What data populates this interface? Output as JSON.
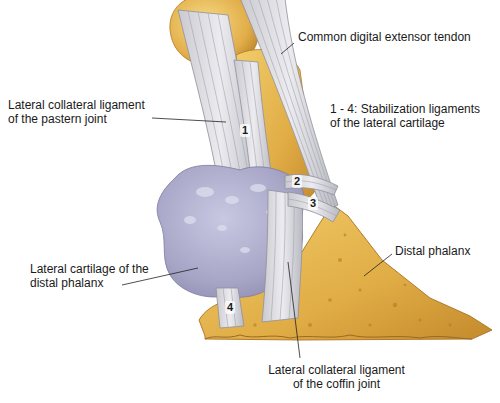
{
  "diagram": {
    "labels": [
      "Common digital extensor tendon",
      "Lateral collateral ligament of the pastern joint",
      "1 - 4: Stabilization ligaments of the lateral cartilage",
      "Distal phalanx",
      "Lateral cartilage of the distal phalanx",
      "Lateral collateral ligament of the coffin joint",
      "1",
      "2",
      "3",
      "4"
    ]
  }
}
